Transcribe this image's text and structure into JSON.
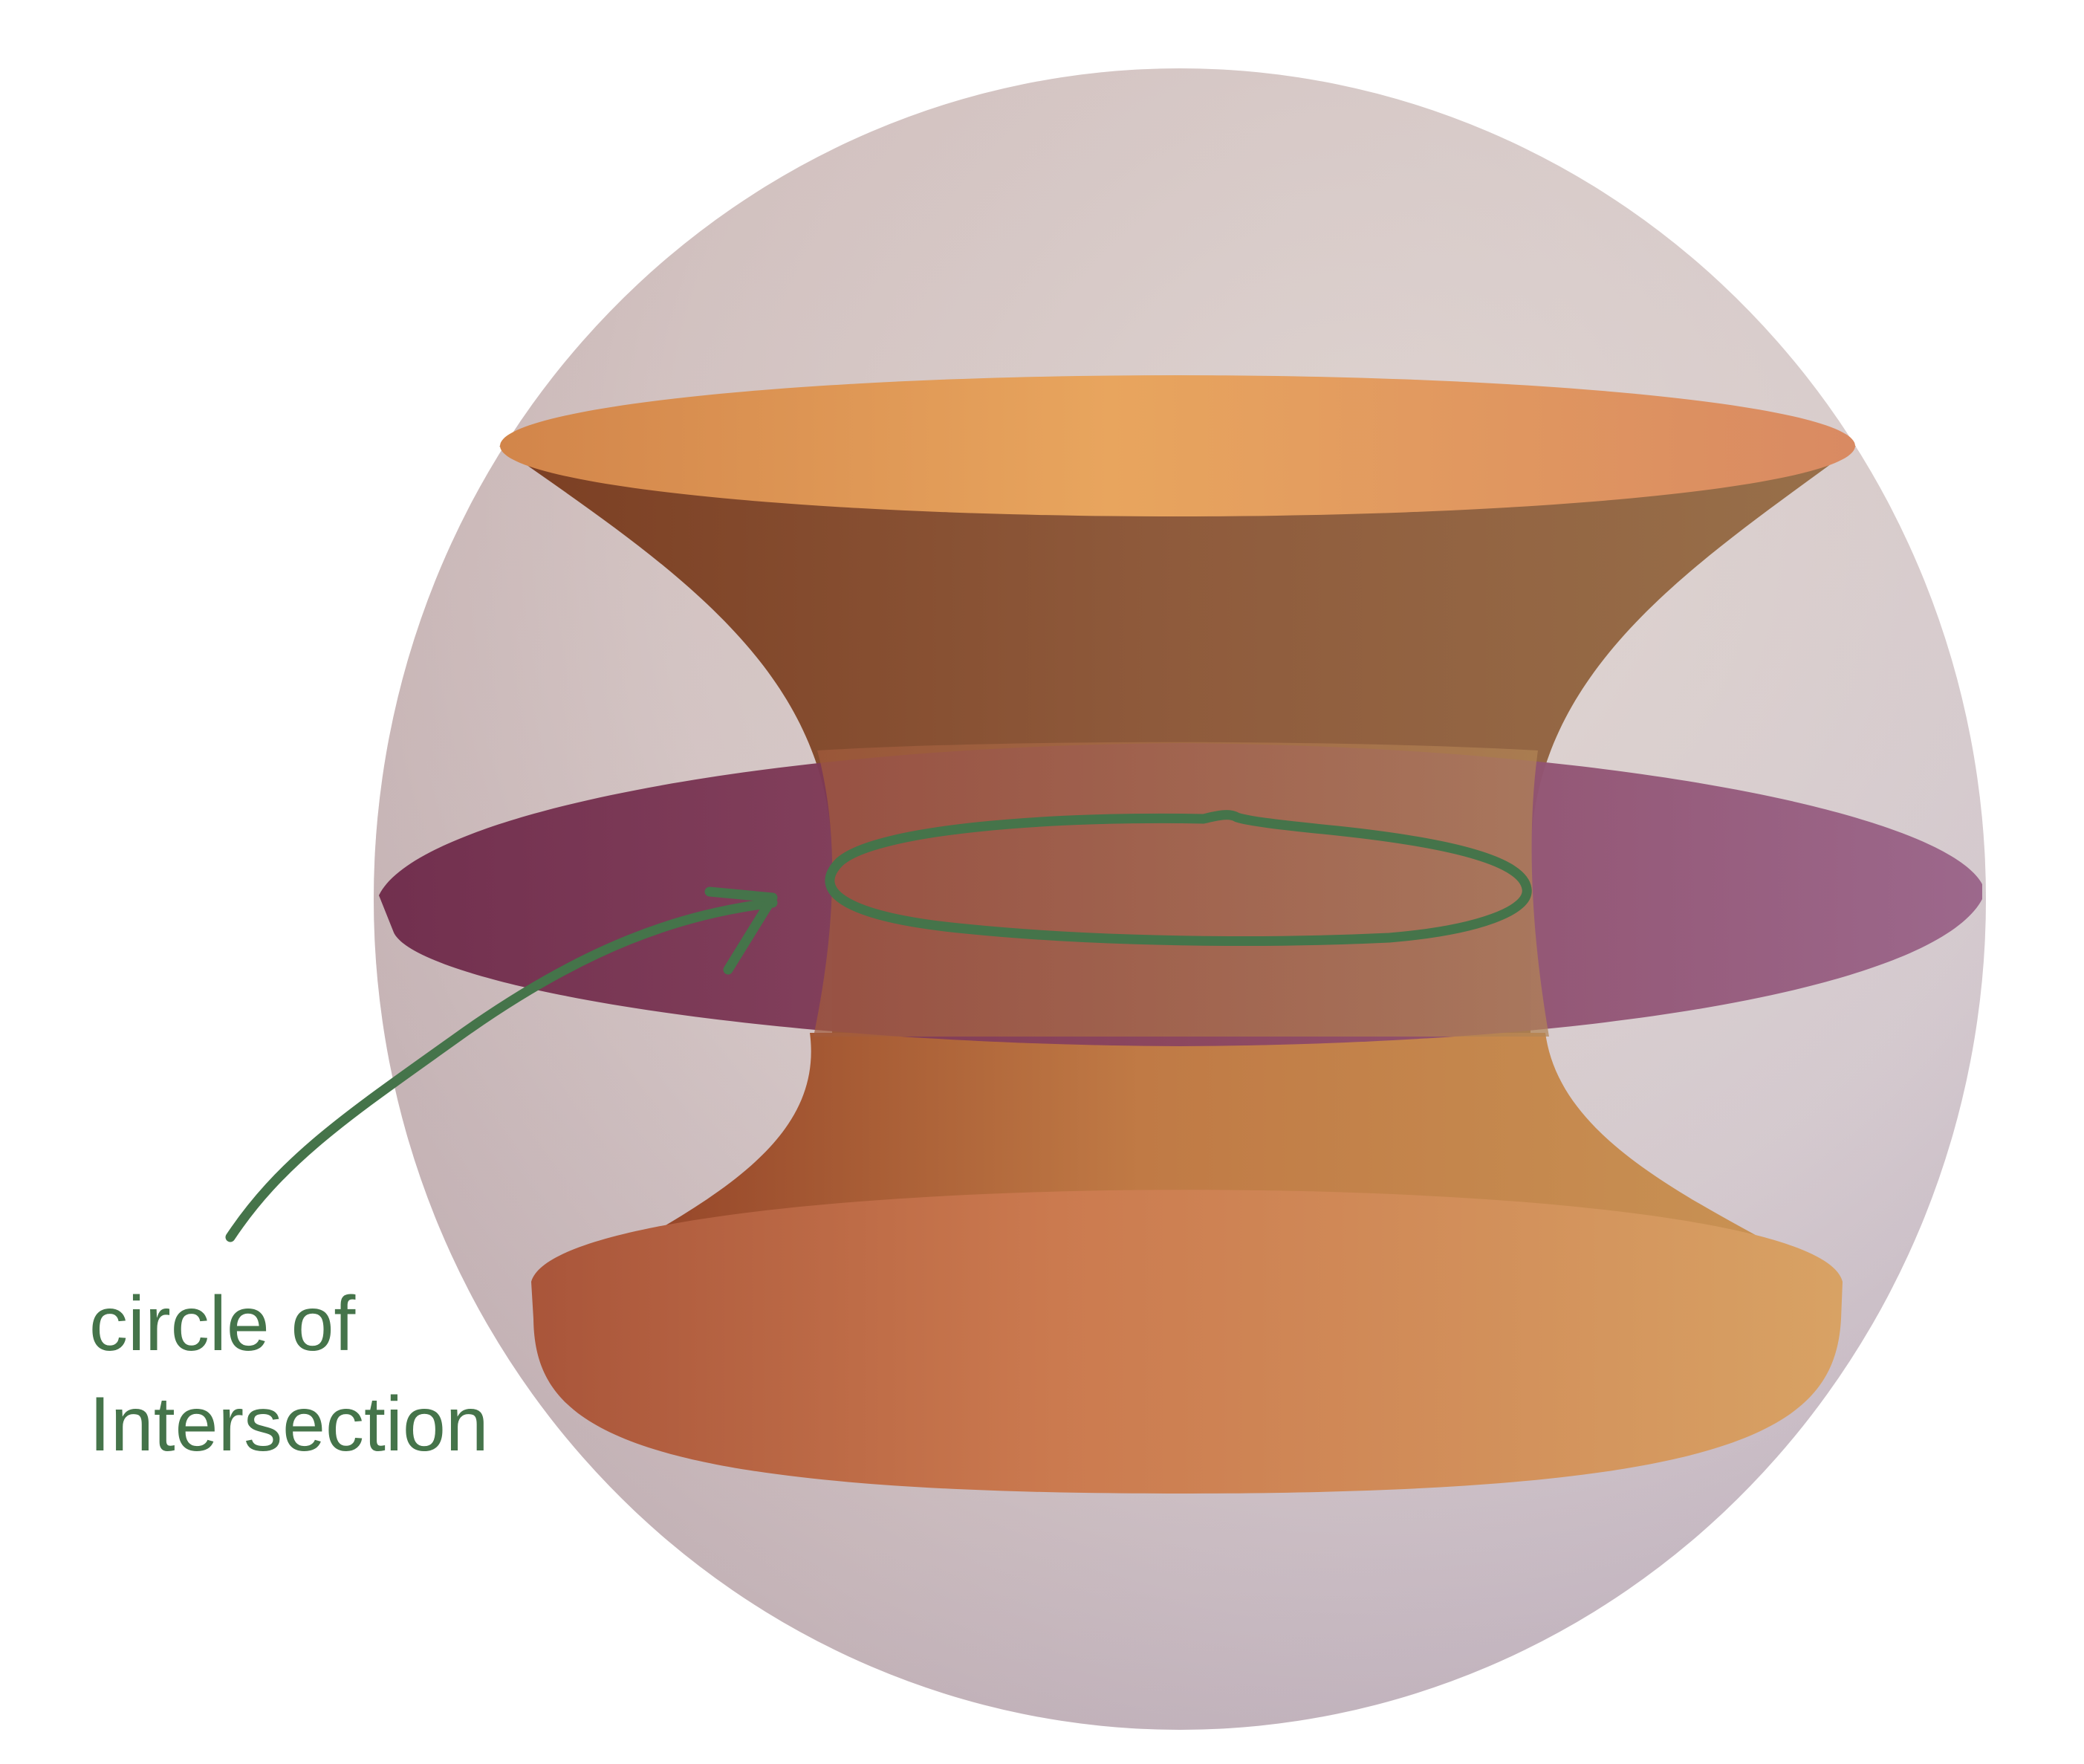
{
  "annotation": {
    "line1": "circle of",
    "line2": "Intersection"
  },
  "shapes": {
    "sphere": "sphere",
    "hyperboloid": "hyperboloid of one sheet",
    "plane": "horizontal plane through the waist"
  },
  "colors": {
    "annotation_green": "#45744a",
    "sphere_tint": "#c9b3c0",
    "hyperboloid_orange": "#e49a55",
    "hyperboloid_inner_brown": "#8a5432",
    "plane_purple": "#8b4266",
    "background": "#ffffff"
  }
}
